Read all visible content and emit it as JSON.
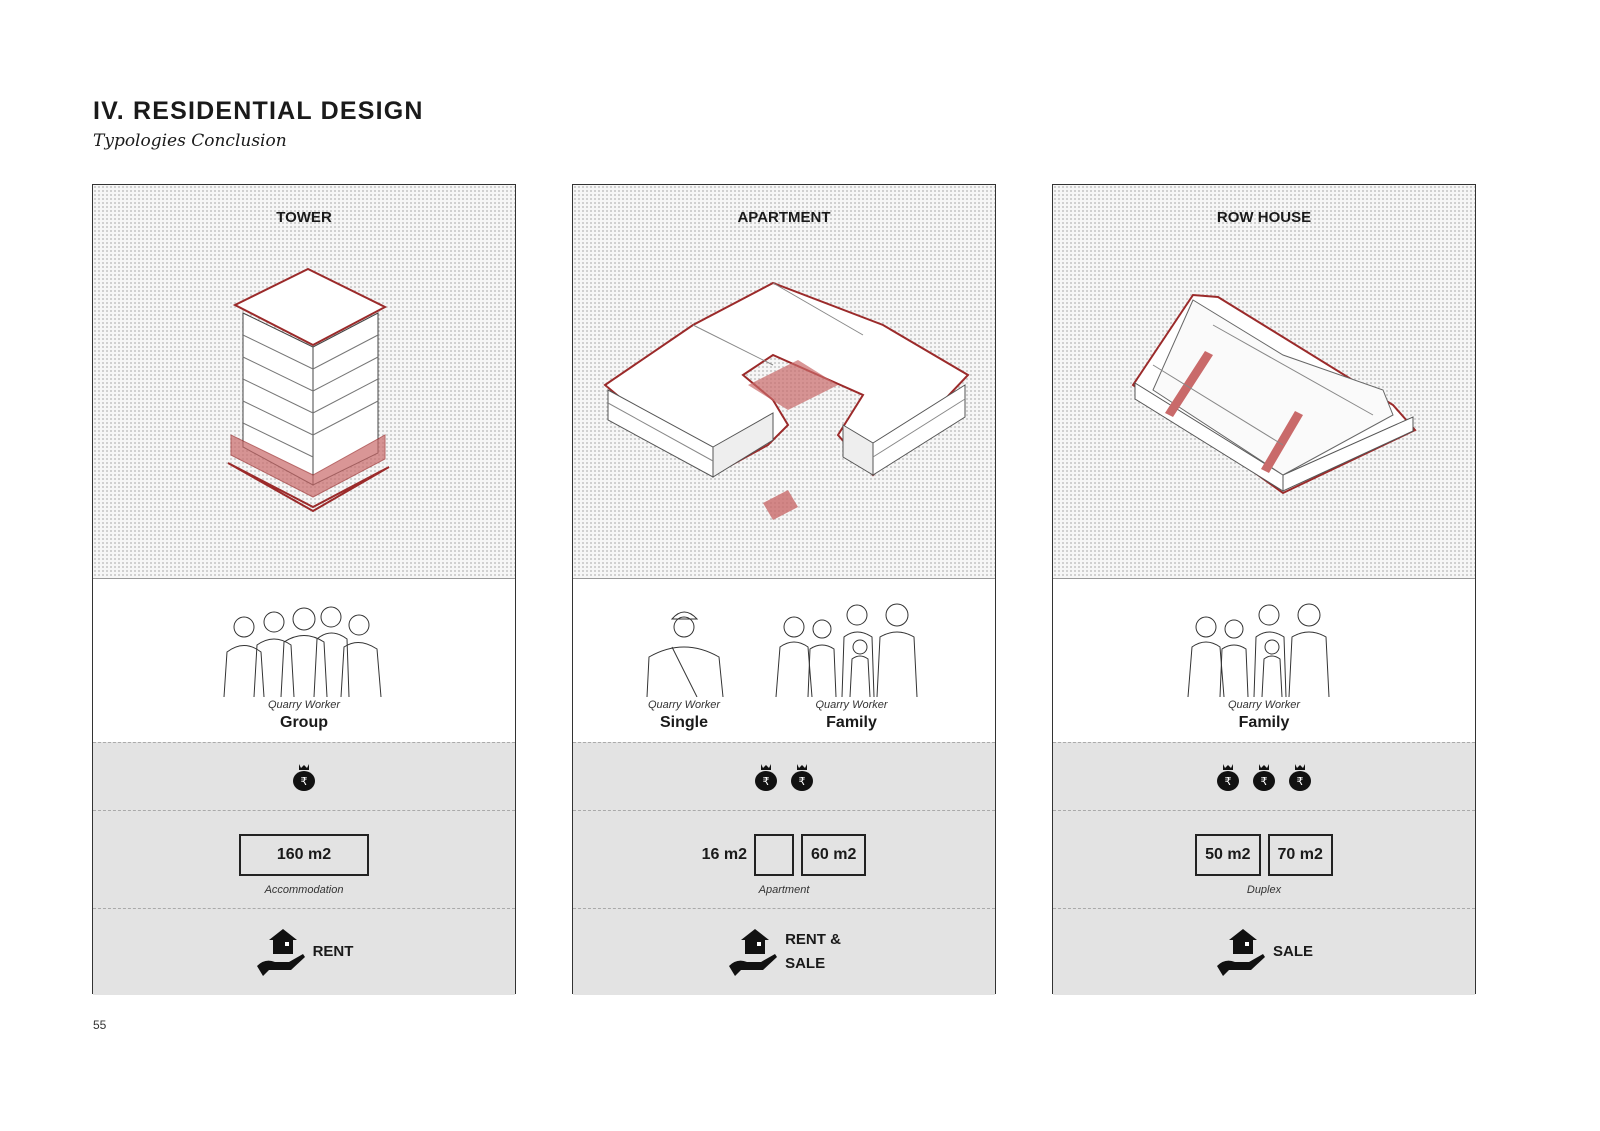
{
  "header": {
    "title": "IV. RESIDENTIAL DESIGN",
    "subtitle": "Typologies Conclusion"
  },
  "page_number": "55",
  "colors": {
    "accent": "#9b2a2a",
    "panel": "#e3e3e3"
  },
  "cards": [
    {
      "title": "TOWER",
      "people": [
        {
          "role": "Quarry Worker",
          "type": "Group"
        }
      ],
      "cost_level": 1,
      "areas": [
        "160 m2"
      ],
      "area_label": "Accommodation",
      "tenure": [
        "RENT"
      ]
    },
    {
      "title": "APARTMENT",
      "people": [
        {
          "role": "Quarry Worker",
          "type": "Single"
        },
        {
          "role": "Quarry Worker",
          "type": "Family"
        }
      ],
      "cost_level": 2,
      "areas": [
        "16 m2",
        "60 m2"
      ],
      "area_label": "Apartment",
      "tenure": [
        "RENT &",
        "SALE"
      ]
    },
    {
      "title": "ROW HOUSE",
      "people": [
        {
          "role": "Quarry Worker",
          "type": "Family"
        }
      ],
      "cost_level": 3,
      "areas": [
        "50 m2",
        "70 m2"
      ],
      "area_label": "Duplex",
      "tenure": [
        "SALE"
      ]
    }
  ]
}
